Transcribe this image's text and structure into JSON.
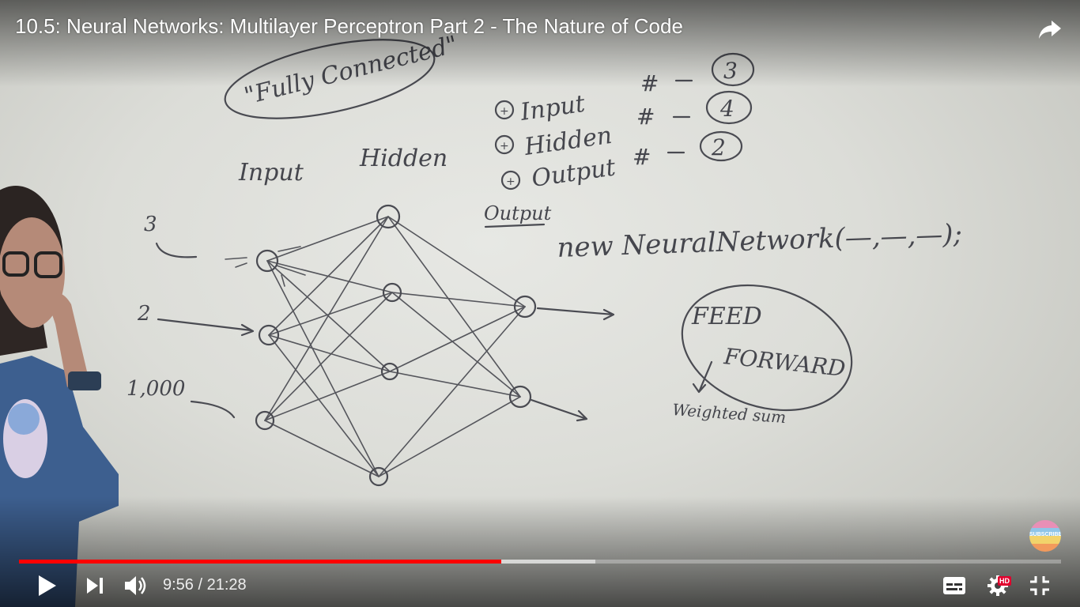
{
  "video": {
    "title": "10.5: Neural Networks: Multilayer Perceptron Part 2 - The Nature of Code",
    "current_time": "9:56",
    "duration": "21:28",
    "progress_fraction": 0.463,
    "buffered_fraction": 0.553
  },
  "controls": {
    "play_icon": "play-icon",
    "next_icon": "next-icon",
    "volume_icon": "volume-icon",
    "captions_icon": "captions-icon",
    "settings_icon": "gear-icon",
    "settings_badge": "HD",
    "exit_fullscreen_icon": "exit-fullscreen-icon",
    "share_icon": "share-icon"
  },
  "watermark": {
    "label": "SUBSCRIBE"
  },
  "whiteboard": {
    "fully_connected": "\"Fully Connected\"",
    "col_input": "Input",
    "col_hidden": "Hidden",
    "input_3": "3",
    "input_2": "2",
    "input_1000": "1,000",
    "legend_input": "Input",
    "legend_hidden": "Hidden",
    "legend_output": "Output",
    "legend_output_underlined": "Output",
    "hash_1": "#",
    "hash_2": "#",
    "hash_3": "#",
    "count_input": "3",
    "count_hidden": "4",
    "count_output": "2",
    "new_network": "new NeuralNetwork(—,—,—);",
    "feed": "FEED",
    "forward": "FORWARD",
    "weighted_sum": "Weighted sum"
  },
  "colors": {
    "progress_played": "#ff0000",
    "hd_badge": "#e1002d",
    "ink": "#4a4b52"
  }
}
